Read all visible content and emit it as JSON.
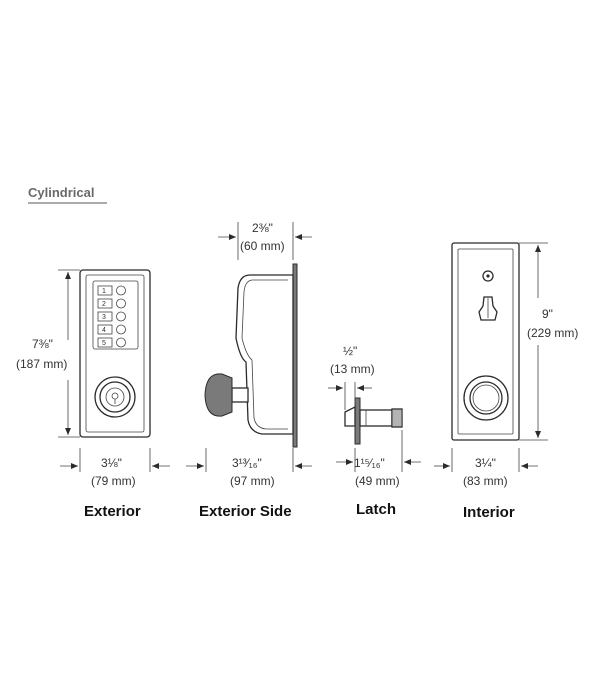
{
  "heading": "Cylindrical",
  "captions": {
    "exterior": "Exterior",
    "exterior_side": "Exterior Side",
    "latch": "Latch",
    "interior": "Interior"
  },
  "dimensions": {
    "exterior_height_in": "7⅜\"",
    "exterior_height_mm": "(187 mm)",
    "exterior_width_in": "3⅛\"",
    "exterior_width_mm": "(79 mm)",
    "side_top_in": "2⅜\"",
    "side_top_mm": "(60 mm)",
    "side_depth_in": "3¹³⁄₁₆\"",
    "side_depth_mm": "(97 mm)",
    "latch_top_in": "½\"",
    "latch_top_mm": "(13 mm)",
    "latch_len_in": "1¹⁵⁄₁₆\"",
    "latch_len_mm": "(49 mm)",
    "interior_height_in": "9\"",
    "interior_height_mm": "(229 mm)",
    "interior_width_in": "3¼\"",
    "interior_width_mm": "(83 mm)"
  },
  "keypad_buttons": [
    "1",
    "2",
    "3",
    "4",
    "5"
  ]
}
